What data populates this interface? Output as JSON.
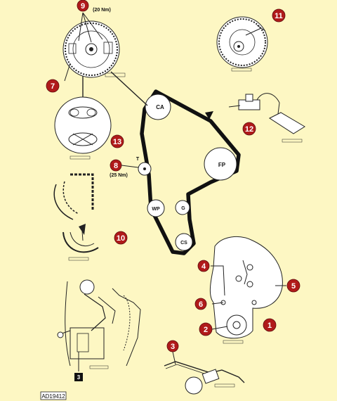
{
  "colors": {
    "background": "#fdf7c3",
    "callout": "#b01a1a",
    "ink": "#222222"
  },
  "callouts": [
    {
      "id": "9",
      "label": "9"
    },
    {
      "id": "11",
      "label": "11"
    },
    {
      "id": "7",
      "label": "7"
    },
    {
      "id": "12",
      "label": "12"
    },
    {
      "id": "13",
      "label": "13"
    },
    {
      "id": "8",
      "label": "8"
    },
    {
      "id": "10",
      "label": "10"
    },
    {
      "id": "4",
      "label": "4"
    },
    {
      "id": "5",
      "label": "5"
    },
    {
      "id": "6",
      "label": "6"
    },
    {
      "id": "1",
      "label": "1"
    },
    {
      "id": "2",
      "label": "2"
    },
    {
      "id": "3",
      "label": "3"
    }
  ],
  "pulleys": {
    "ca": "CA",
    "fp": "FP",
    "wp": "WP",
    "g": "G",
    "cs": "CS",
    "t": "T"
  },
  "torques": {
    "t20": "(20 Nm)",
    "t25": "(25 Nm)"
  },
  "bottom_label": "3",
  "figure_ref": "AD19412"
}
